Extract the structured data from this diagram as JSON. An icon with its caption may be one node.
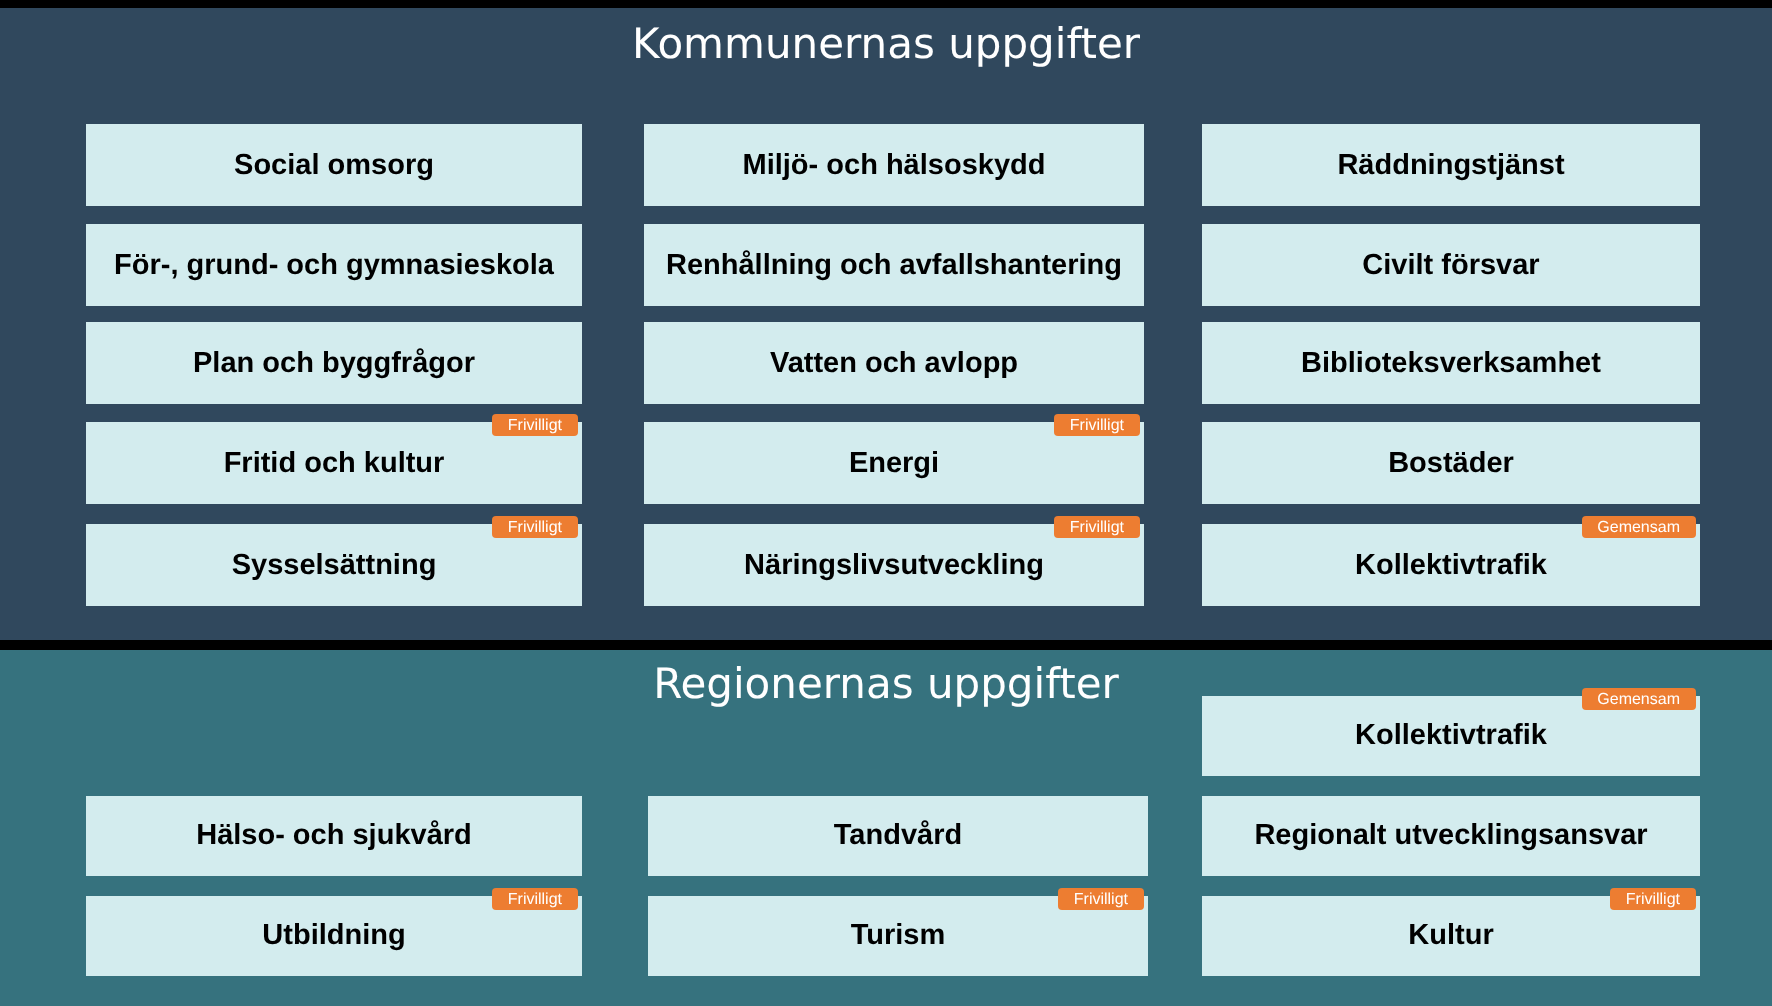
{
  "diagram": {
    "nodes": [
      {
        "text": [
          "Kommunernas uppgifter"
        ]
      },
      {
        "text": [
          "Social omsorg"
        ],
        "in": 0
      },
      {
        "text": [
          "Miljö- och hälsoskydd"
        ],
        "in": 0
      },
      {
        "text": [
          "Räddningstjänst"
        ],
        "in": 0
      },
      {
        "text": [
          "För-, grund- och gymnasieskola"
        ],
        "in": 0
      },
      {
        "text": [
          "Renhållning och avfallshantering"
        ],
        "in": 0
      },
      {
        "text": [
          "Civilt försvar"
        ],
        "in": 0
      },
      {
        "text": [
          "Plan och byggfrågor"
        ],
        "in": 0
      },
      {
        "text": [
          "Vatten och avlopp"
        ],
        "in": 0
      },
      {
        "text": [
          "Biblioteksverksamhet"
        ],
        "in": 0
      },
      {
        "text": [
          "Fritid och kultur",
          "Frivilligt"
        ],
        "in": 0
      },
      {
        "text": [
          "Energi",
          "Frivilligt"
        ],
        "in": 0
      },
      {
        "text": [
          "Bostäder"
        ],
        "in": 0
      },
      {
        "text": [
          "Sysselsättning",
          "Frivilligt"
        ],
        "in": 0
      },
      {
        "text": [
          "Näringslivsutveckling",
          "Frivilligt"
        ],
        "in": 0
      },
      {
        "text": [
          "Kollektivtrafik",
          "Gemensam"
        ],
        "in": 0
      },
      {
        "text": [
          "Regionernas uppgifter"
        ]
      },
      {
        "text": [
          "Kollektivtrafik",
          "Gemensam"
        ],
        "in": 16
      },
      {
        "text": [
          "Hälso- och sjukvård"
        ],
        "in": 16
      },
      {
        "text": [
          "Tandvård"
        ],
        "in": 16
      },
      {
        "text": [
          "Regionalt utvecklingsansvar"
        ],
        "in": 16
      },
      {
        "text": [
          "Utbildning",
          "Frivilligt"
        ],
        "in": 16
      },
      {
        "text": [
          "Turism",
          "Frivilligt"
        ],
        "in": 16
      },
      {
        "text": [
          "Kultur",
          "Frivilligt"
        ],
        "in": 16
      }
    ]
  }
}
